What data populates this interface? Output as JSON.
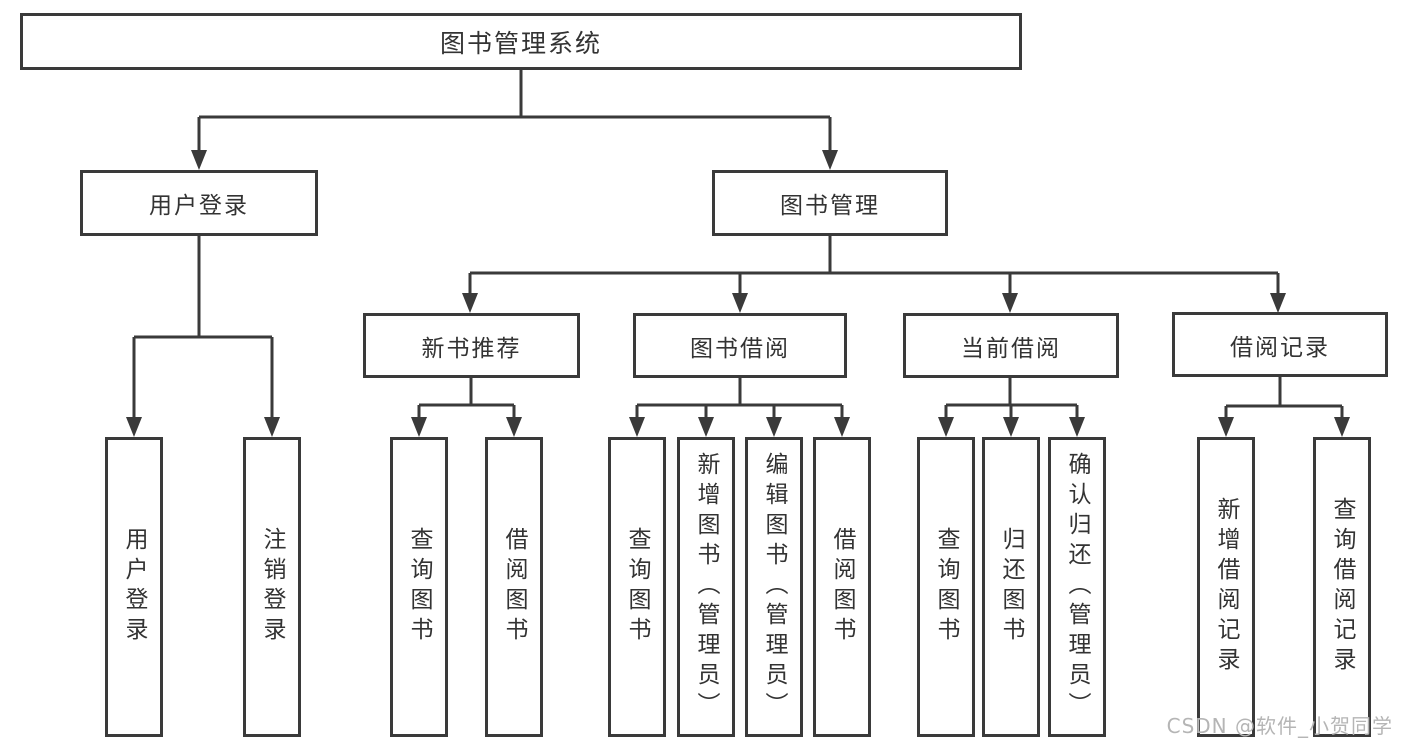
{
  "colors": {
    "line": "#3a3a3a",
    "text": "#333333",
    "watermark": "#b5b5b5",
    "bg": "#ffffff"
  },
  "watermark": {
    "text": "CSDN @软件_小贺同学"
  },
  "tree": {
    "label": "图书管理系统",
    "children": [
      {
        "label": "用户登录",
        "children": [
          {
            "label": "用户登录"
          },
          {
            "label": "注销登录"
          }
        ]
      },
      {
        "label": "图书管理",
        "children": [
          {
            "label": "新书推荐",
            "children": [
              {
                "label": "查询图书"
              },
              {
                "label": "借阅图书"
              }
            ]
          },
          {
            "label": "图书借阅",
            "children": [
              {
                "label": "查询图书"
              },
              {
                "label": "新增图书（管理员）"
              },
              {
                "label": "编辑图书（管理员）"
              },
              {
                "label": "借阅图书"
              }
            ]
          },
          {
            "label": "当前借阅",
            "children": [
              {
                "label": "查询图书"
              },
              {
                "label": "归还图书"
              },
              {
                "label": "确认归还（管理员）"
              }
            ]
          },
          {
            "label": "借阅记录",
            "children": [
              {
                "label": "新增借阅记录"
              },
              {
                "label": "查询借阅记录"
              }
            ]
          }
        ]
      }
    ]
  }
}
